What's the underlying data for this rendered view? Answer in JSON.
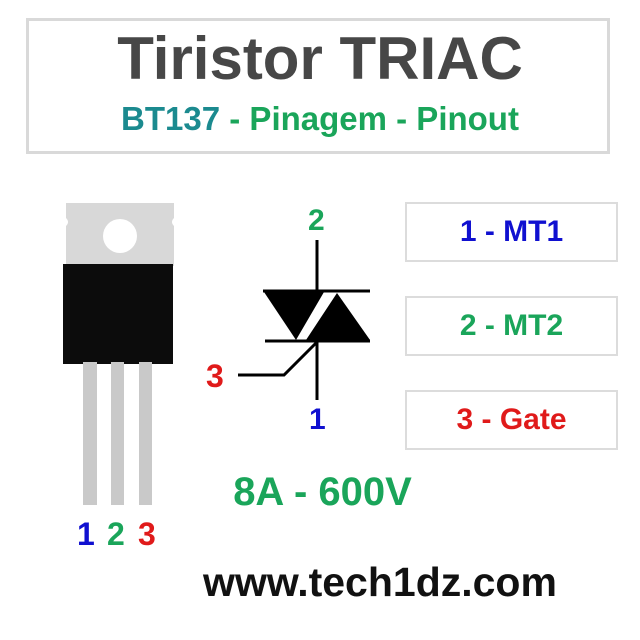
{
  "header": {
    "title": "Tiristor TRIAC",
    "subtitle_part": "BT137",
    "subtitle_rest": " - Pinagem - Pinout"
  },
  "symbol": {
    "label_top": "2",
    "label_gate": "3",
    "label_bottom": "1"
  },
  "pins": [
    {
      "label": "1 - MT1",
      "color": "#1010d0"
    },
    {
      "label": "2 - MT2",
      "color": "#1aa55a"
    },
    {
      "label": "3 - Gate",
      "color": "#e01a1a"
    }
  ],
  "package_pins": [
    "1",
    "2",
    "3"
  ],
  "rating": "8A - 600V",
  "website": "www.tech1dz.com",
  "colors": {
    "title": "#474747",
    "teal": "#1b8a8f",
    "green": "#1aa55a",
    "blue": "#1010d0",
    "red": "#e01a1a"
  }
}
